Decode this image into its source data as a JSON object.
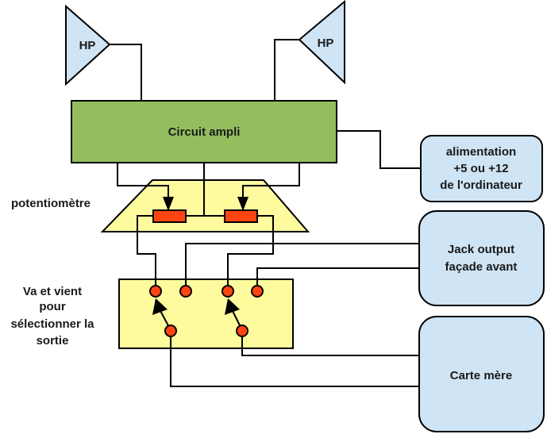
{
  "colors": {
    "speaker_fill": "#cfe4f4",
    "ampli_fill": "#94bd5e",
    "pot_fill": "#fdfb9e",
    "switch_fill": "#fdfb9e",
    "resistor_fill": "#ff4411",
    "terminal_fill": "#ff4411",
    "box_fill": "#cfe4f4",
    "line": "#000000",
    "text": "#1a1a1a"
  },
  "speakers": [
    {
      "id": "left",
      "label": "HP"
    },
    {
      "id": "right",
      "label": "HP"
    }
  ],
  "ampli": {
    "label": "Circuit ampli"
  },
  "power": {
    "lines": [
      "alimentation",
      "+5 ou +12",
      "de l'ordinateur"
    ]
  },
  "jack": {
    "lines": [
      "Jack output",
      "façade avant"
    ]
  },
  "motherboard": {
    "label": "Carte mère"
  },
  "potentiometer_label": "potentiomètre",
  "switch_label": {
    "lines": [
      "Va et vient",
      "pour",
      "sélectionner la",
      "sortie"
    ]
  }
}
